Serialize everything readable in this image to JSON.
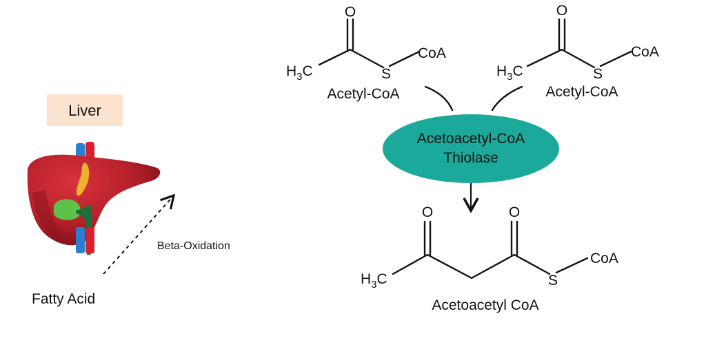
{
  "liver_panel": {
    "title": "Liver",
    "input_label": "Fatty Acid",
    "process_label": "Beta-Oxidation"
  },
  "reaction": {
    "reactant_left": {
      "name": "Acetyl-CoA",
      "atoms": {
        "methyl_h": "H",
        "methyl_sub": "3",
        "methyl_c": "C",
        "oxygen": "O",
        "sulfur": "S",
        "coa": "CoA"
      }
    },
    "reactant_right": {
      "name": "Acetyl-CoA",
      "atoms": {
        "methyl_h": "H",
        "methyl_sub": "3",
        "methyl_c": "C",
        "oxygen": "O",
        "sulfur": "S",
        "coa": "CoA"
      }
    },
    "enzyme": {
      "line1": "Acetoacetyl-CoA",
      "line2": "Thiolase"
    },
    "product": {
      "name": "Acetoacetyl CoA",
      "atoms": {
        "methyl_h": "H",
        "methyl_sub": "3",
        "methyl_c": "C",
        "oxygen_1": "O",
        "oxygen_2": "O",
        "sulfur": "S",
        "coa": "CoA"
      }
    }
  },
  "colors": {
    "label_box": "#fbe3cf",
    "enzyme_fill": "#1aa99a",
    "liver_red": "#b5202a",
    "liver_shadow": "#8a1520",
    "vessel_blue": "#2a7fd0",
    "vessel_red": "#d8202e",
    "gallbladder_green": "#5cc24a",
    "bile_duct_green": "#1f6d3a",
    "duct_yellow": "#f0b030"
  }
}
